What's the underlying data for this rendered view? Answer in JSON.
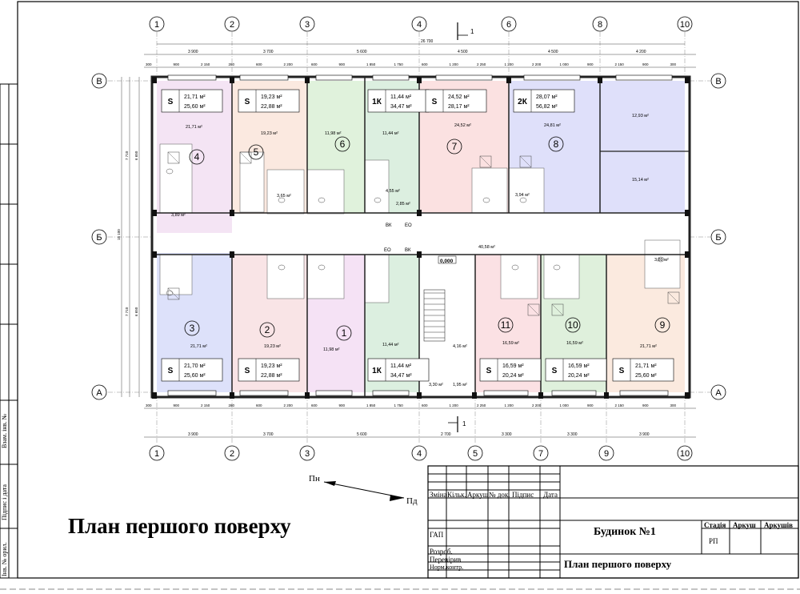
{
  "title": "План першого поверху",
  "grid_columns": [
    {
      "label": "1"
    },
    {
      "label": "2"
    },
    {
      "label": "3"
    },
    {
      "label": "4"
    },
    {
      "label": "6"
    },
    {
      "label": "8"
    },
    {
      "label": "10"
    }
  ],
  "grid_columns_bottom": [
    {
      "label": "1"
    },
    {
      "label": "2"
    },
    {
      "label": "3"
    },
    {
      "label": "4"
    },
    {
      "label": "5"
    },
    {
      "label": "7"
    },
    {
      "label": "9"
    },
    {
      "label": "10"
    }
  ],
  "grid_rows": [
    "В",
    "Б",
    "А"
  ],
  "section_mark": "1",
  "dims_top_total": "26 700",
  "dims_top_axes": [
    "3 900",
    "3 700",
    "5 600",
    "4 500",
    "4 500",
    "4 200"
  ],
  "dims_top_detail": [
    "300",
    "900",
    "2 150",
    "280",
    "600",
    "2 200",
    "600",
    "900",
    "1 850",
    "1 750",
    "600",
    "1 200",
    "2 250",
    "1 200",
    "2 200",
    "1 000",
    "900",
    "2 150",
    "900",
    "300"
  ],
  "dims_bottom_total": "26 700",
  "dims_bottom_axes": [
    "3 900",
    "3 700",
    "5 600",
    "2 700",
    "3 300",
    "3 300",
    "3 900"
  ],
  "dims_left": [
    "15 100",
    "7 710",
    "6 650",
    "7 710",
    "6 650"
  ],
  "apartments": [
    {
      "num": "4",
      "type": "S",
      "area1": "21,71 м²",
      "area2": "25,60 м²",
      "room": "21,71 м²",
      "fill": "#f4e4f4"
    },
    {
      "num": "5",
      "type": "S",
      "area1": "19,23 м²",
      "area2": "22,88 м²",
      "room": "19,23 м²",
      "fill": "#fbe9e0"
    },
    {
      "num": "6",
      "type": "",
      "area1": "",
      "area2": "",
      "room": "11,98 м²",
      "fill": "#e0f2dc"
    },
    {
      "num": "",
      "type": "1К",
      "area1": "11,44 м²",
      "area2": "34,47 м²",
      "room": "11,44 м²",
      "fill": "#dcefe0"
    },
    {
      "num": "7",
      "type": "S",
      "area1": "24,52 м²",
      "area2": "28,17 м²",
      "room": "24,52 м²",
      "fill": "#fbe1e1"
    },
    {
      "num": "8",
      "type": "2К",
      "area1": "28,07 м²",
      "area2": "56,82 м²",
      "room": "24,81 м²",
      "fill": "#dfe0fa"
    },
    {
      "num": "3",
      "type": "S",
      "area1": "21,70 м²",
      "area2": "25,60 м²",
      "room": "21,71 м²",
      "fill": "#dde1fa"
    },
    {
      "num": "2",
      "type": "S",
      "area1": "19,23 м²",
      "area2": "22,88 м²",
      "room": "19,23 м²",
      "fill": "#f9e4e6"
    },
    {
      "num": "1",
      "type": "",
      "area1": "",
      "area2": "",
      "room": "11,98 м²",
      "fill": "#f5e2f5"
    },
    {
      "num": "",
      "type": "1К",
      "area1": "11,44 м²",
      "area2": "34,47 м²",
      "room": "11,44 м²",
      "fill": "#dcefe0"
    },
    {
      "num": "11",
      "type": "S",
      "area1": "16,59 м²",
      "area2": "20,24 м²",
      "room": "16,59 м²",
      "fill": "#fbe1e4"
    },
    {
      "num": "10",
      "type": "S",
      "area1": "16,59 м²",
      "area2": "20,24 м²",
      "room": "16,59 м²",
      "fill": "#dff0dc"
    },
    {
      "num": "9",
      "type": "S",
      "area1": "21,71 м²",
      "area2": "25,60 м²",
      "room": "21,71 м²",
      "fill": "#fbeadf"
    }
  ],
  "extra_rooms": [
    "12,93 м²",
    "15,14 м²",
    "3,89 м²",
    "3,65 м²",
    "4,55 м²",
    "2,85 м²",
    "3,94 м²",
    "40,58 м²",
    "4,16 м²",
    "3,30 м²",
    "1,95 м²",
    "3,89 м²"
  ],
  "level_mark": "0,000",
  "equipment_labels": [
    "ВК",
    "ЕО"
  ],
  "north_arrows": {
    "pn": "Пн",
    "pd": "Пд"
  },
  "stamp": {
    "row_headers": [
      "Зміна",
      "Кільк.",
      "Аркуш",
      "№ док.",
      "Підпис",
      "Дата"
    ],
    "roles": [
      "ГАП",
      "Розроб.",
      "Перевірив",
      "Норм.контр."
    ],
    "project": "Будинок №1",
    "sheet_title": "План першого поверху",
    "stage_label": "Стадія",
    "sheet_label": "Аркуш",
    "sheets_label": "Аркушів",
    "stage_value": "РП"
  },
  "side_stamp": [
    "Взам. інв. №",
    "Підпис і дата",
    "Інв. № орил."
  ],
  "colors": {
    "wall": "#222",
    "corridor": "#ffffff",
    "wet": "#d8d8d8"
  }
}
